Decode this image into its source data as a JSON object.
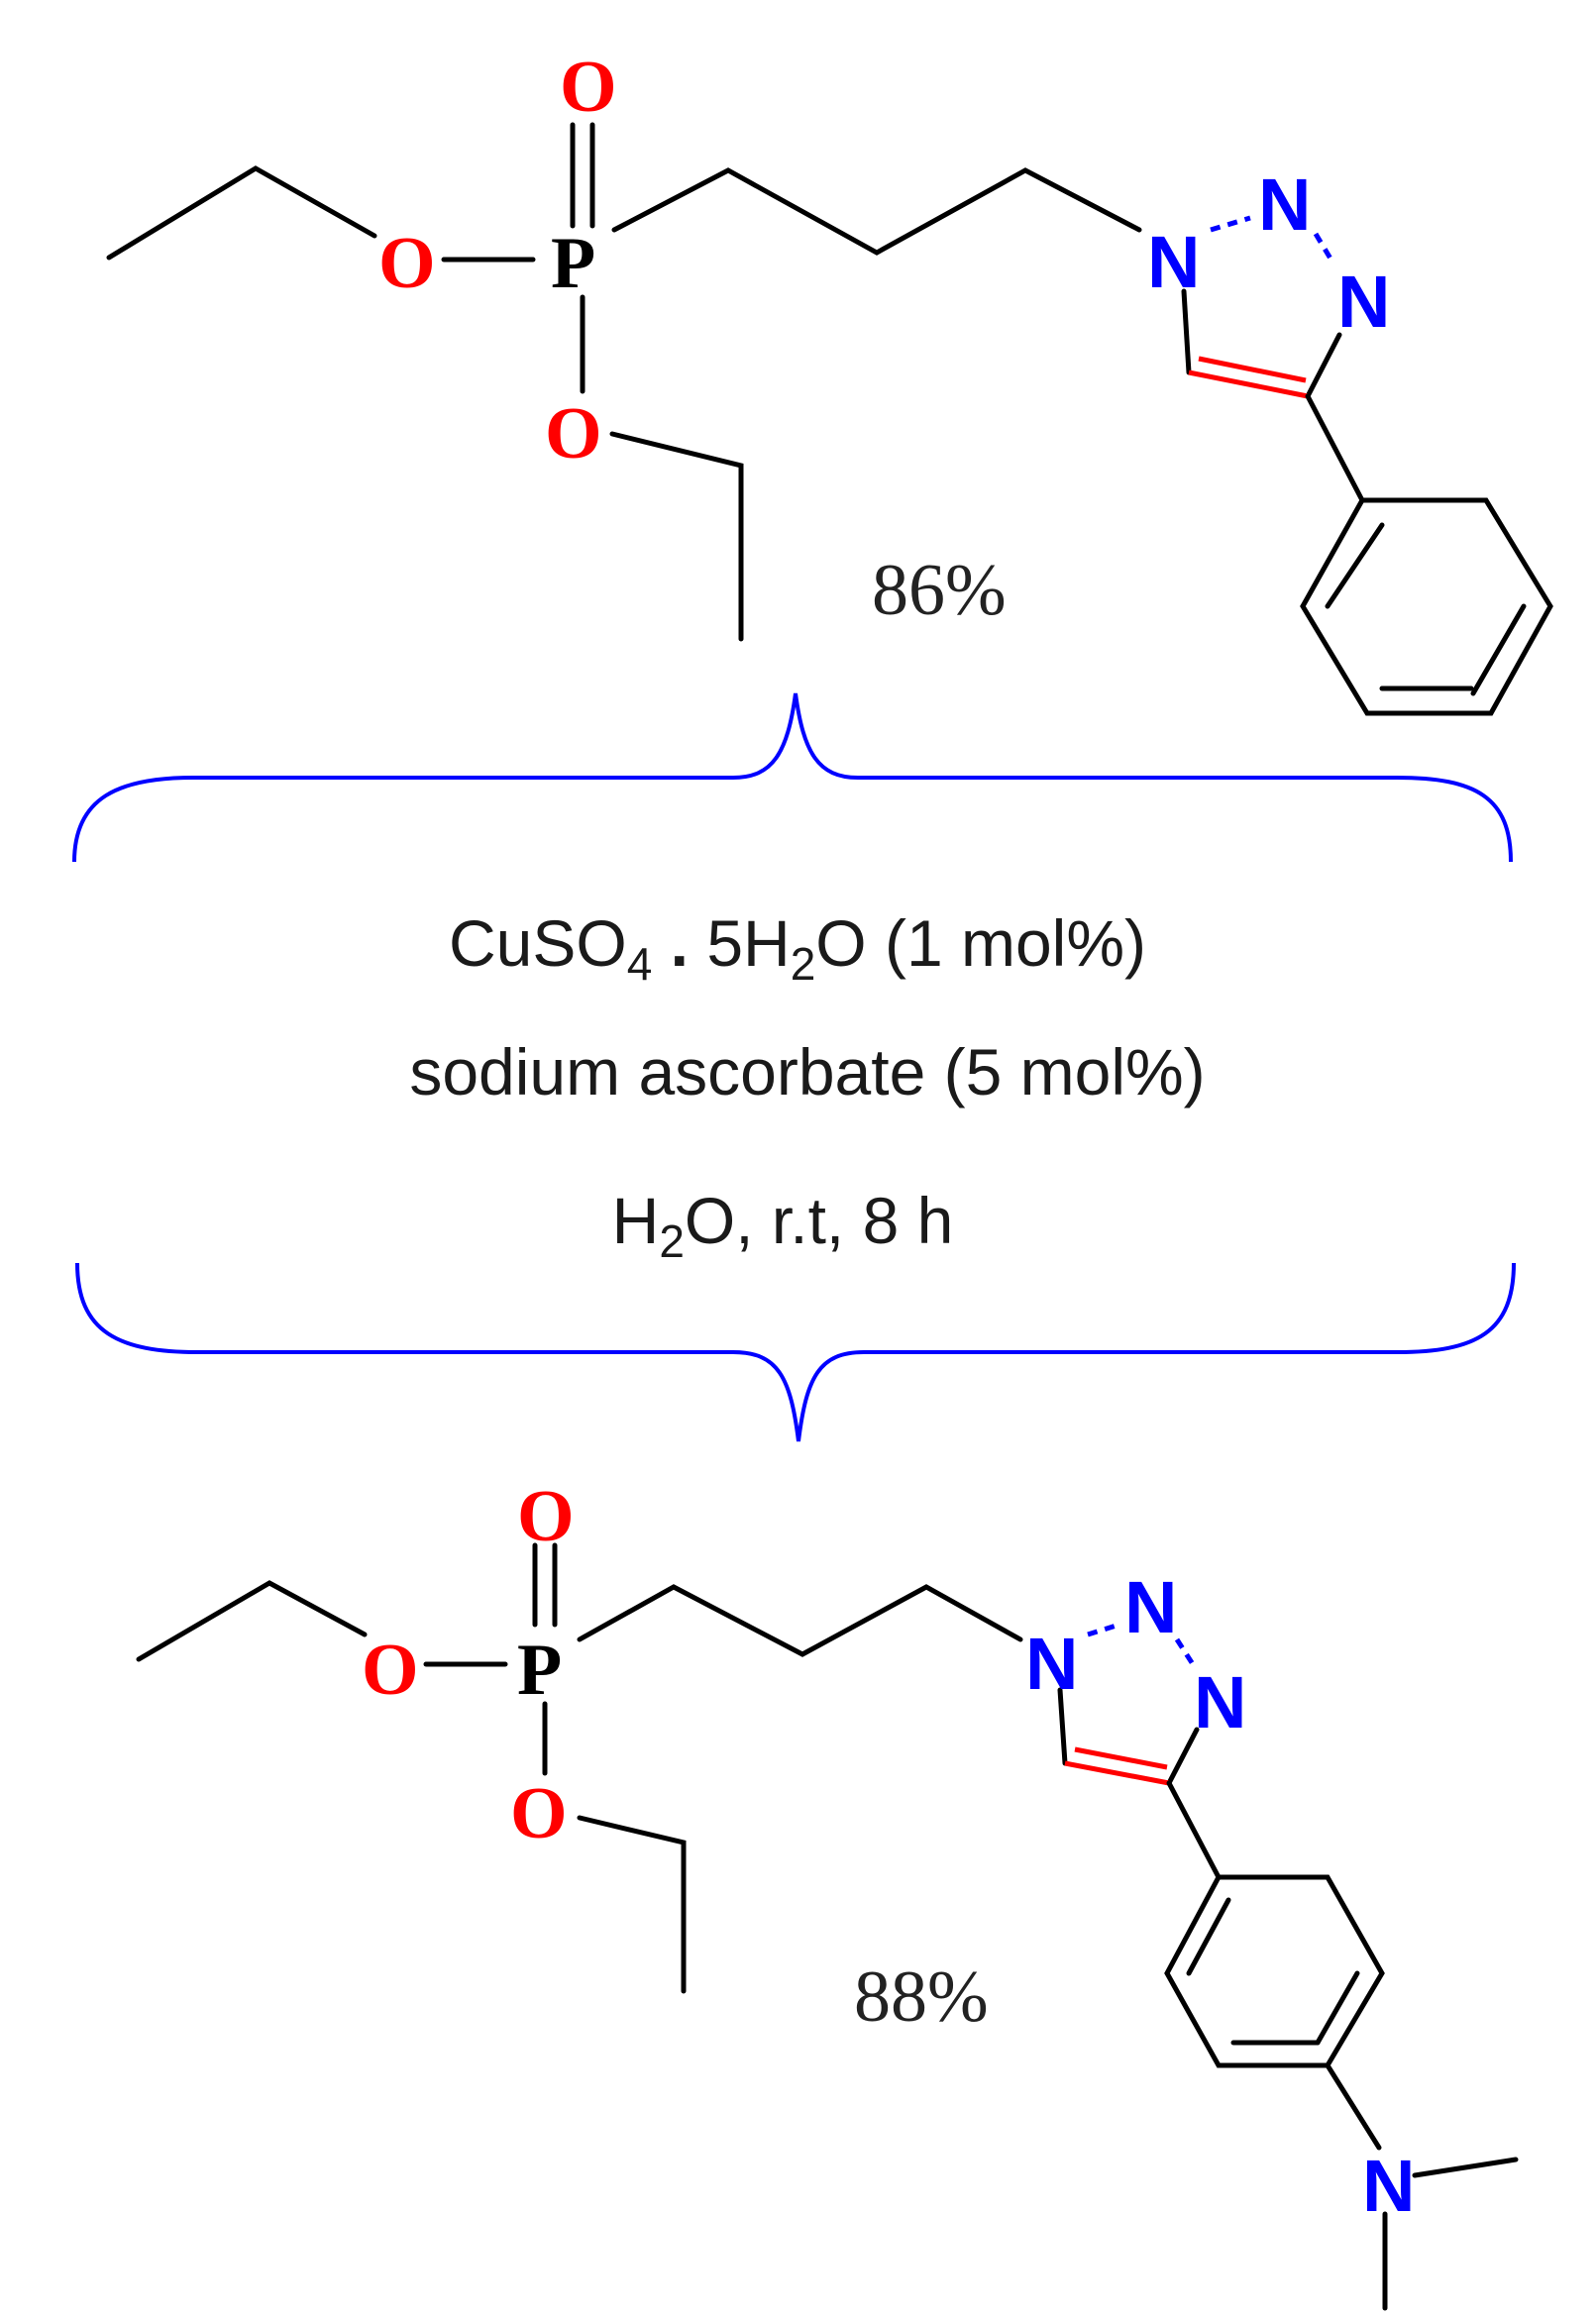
{
  "atoms": {
    "oxygen": "O",
    "phosphorus": "P",
    "nitrogen": "N"
  },
  "products": [
    {
      "id": "product-1",
      "yield": "86%"
    },
    {
      "id": "product-2",
      "yield": "88%"
    }
  ],
  "conditions": {
    "line1": {
      "a": "CuSO",
      "a_sub": "4",
      "dot": " . ",
      "b": "5H",
      "b_sub": "2",
      "c": "O (1 mol%)"
    },
    "line2": "sodium ascorbate (5 mol%)",
    "line3": {
      "a": "H",
      "a_sub": "2",
      "b": "O, r.t, 8 h"
    }
  },
  "colors": {
    "oxygen": "#ff0000",
    "nitrogen": "#0000ff",
    "bracket": "#0000ff",
    "bond": "#000000"
  }
}
